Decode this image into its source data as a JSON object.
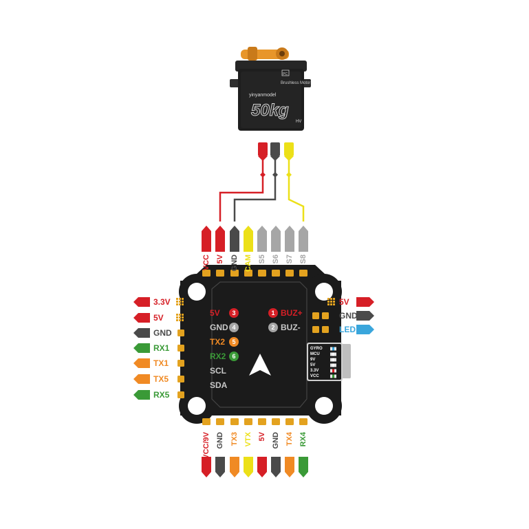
{
  "colors": {
    "red": "#d61f26",
    "dark": "#4a4a4a",
    "yellow": "#ece018",
    "gray": "#a6a6a6",
    "orange": "#f08a24",
    "green": "#3a9a37",
    "blue": "#3aa6dc",
    "board": "#1b1b1b",
    "pad": "#e3a21f"
  },
  "servo": {
    "brand": "yinyanmodel",
    "model": "50kg",
    "motor": "Brushless Motor",
    "hv": "HV",
    "pc": "PC",
    "wires": [
      "red",
      "dark",
      "yellow"
    ]
  },
  "top_pins": [
    {
      "label": "VCC",
      "color": "red"
    },
    {
      "label": "5V",
      "color": "red"
    },
    {
      "label": "GND",
      "color": "dark"
    },
    {
      "label": "CAM",
      "color": "yellow"
    },
    {
      "label": "S5",
      "color": "gray"
    },
    {
      "label": "S6",
      "color": "gray"
    },
    {
      "label": "S7",
      "color": "gray"
    },
    {
      "label": "S8",
      "color": "gray"
    }
  ],
  "bottom_pins": [
    {
      "label": "VCC/9V",
      "color": "red"
    },
    {
      "label": "GND",
      "color": "dark"
    },
    {
      "label": "TX3",
      "color": "orange"
    },
    {
      "label": "VTX",
      "color": "yellow"
    },
    {
      "label": "5V",
      "color": "red"
    },
    {
      "label": "GND",
      "color": "dark"
    },
    {
      "label": "TX4",
      "color": "orange"
    },
    {
      "label": "RX4",
      "color": "green"
    }
  ],
  "left_pins": [
    {
      "label": "3.3V",
      "color": "red"
    },
    {
      "label": "5V",
      "color": "red"
    },
    {
      "label": "GND",
      "color": "dark"
    },
    {
      "label": "RX1",
      "color": "green"
    },
    {
      "label": "TX1",
      "color": "orange"
    },
    {
      "label": "TX5",
      "color": "orange"
    },
    {
      "label": "RX5",
      "color": "green"
    }
  ],
  "right_pins": [
    {
      "label": "5V",
      "color": "red"
    },
    {
      "label": "GND",
      "color": "dark"
    },
    {
      "label": "LED",
      "color": "blue"
    }
  ],
  "board_left_labels": [
    {
      "label": "5V",
      "num": "3",
      "color": "red"
    },
    {
      "label": "GND",
      "num": "4",
      "color": "gray"
    },
    {
      "label": "TX2",
      "num": "5",
      "color": "orange"
    },
    {
      "label": "RX2",
      "num": "6",
      "color": "green"
    },
    {
      "label": "SCL",
      "num": "",
      "color": "gray"
    },
    {
      "label": "SDA",
      "num": "",
      "color": "gray"
    }
  ],
  "board_right_labels": [
    {
      "label": "BUZ+",
      "num": "1",
      "color": "red"
    },
    {
      "label": "BUZ-",
      "num": "2",
      "color": "gray"
    }
  ],
  "leds": [
    "GYRO",
    "MCU",
    "9V",
    "5V",
    "3.3V",
    "VCC"
  ]
}
